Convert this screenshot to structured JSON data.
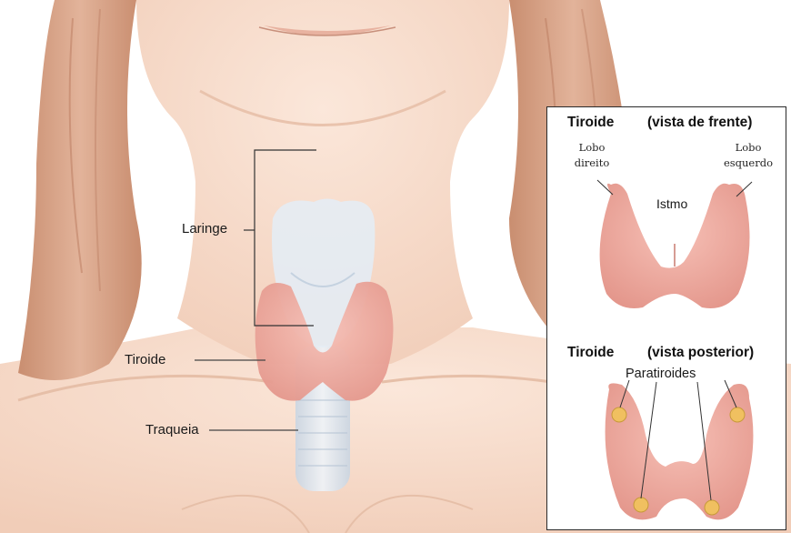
{
  "main_figure": {
    "labels": {
      "larynx": "Laringe",
      "thyroid": "Tiroide",
      "trachea": "Traqueia"
    }
  },
  "front_view": {
    "title": "Tiroide",
    "subtitle": "(vista de frente)",
    "right_lobe": [
      "Lobo",
      "direito"
    ],
    "left_lobe": [
      "Lobo",
      "esquerdo"
    ],
    "isthmus": "Istmo"
  },
  "posterior_view": {
    "title": "Tiroide",
    "subtitle": "(vista posterior)",
    "parathyroids": "Paratiroides"
  },
  "colors": {
    "skin": "#f6dcca",
    "hair": "#d9a486",
    "thyroid": "#eba79e",
    "trachea": "#dce6f0",
    "parathyroid": "#f0c060"
  }
}
